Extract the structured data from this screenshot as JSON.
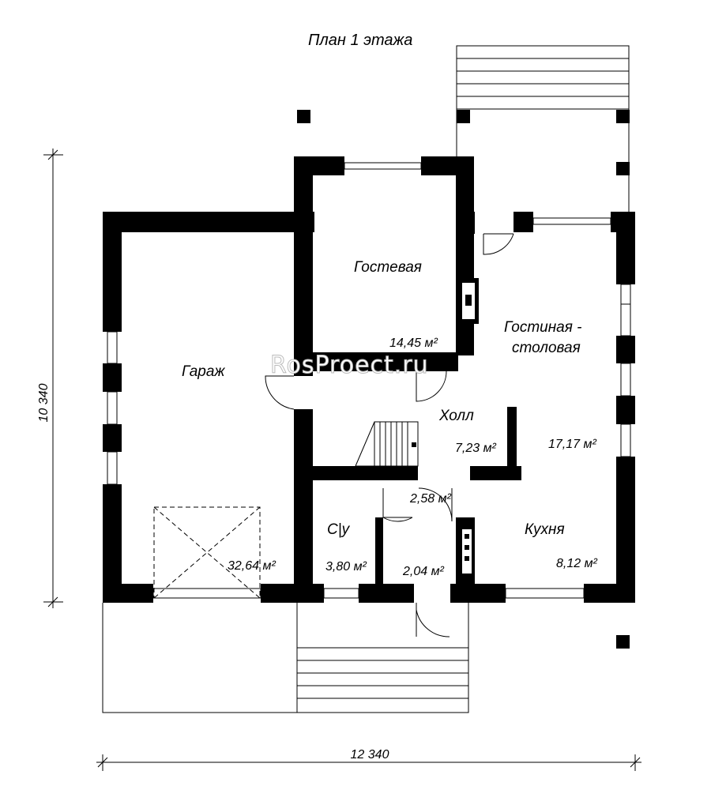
{
  "title": "План 1 этажа",
  "watermark": "RosProect.ru",
  "dimensions": {
    "width": "12 340",
    "height": "10 340"
  },
  "rooms": {
    "garage": {
      "name": "Гараж",
      "area": "32,64 м²"
    },
    "guest": {
      "name": "Гостевая",
      "area": "14,45 м²"
    },
    "living": {
      "name_line1": "Гостиная -",
      "name_line2": "столовая",
      "area": "17,17 м²"
    },
    "hall": {
      "name": "Холл",
      "area": "7,23 м²"
    },
    "corridor": {
      "area": "2,58 м²"
    },
    "bath": {
      "name": "С|у",
      "area": "3,80 м²"
    },
    "vestibule": {
      "area": "2,04 м²"
    },
    "kitchen": {
      "name": "Кухня",
      "area": "8,12 м²"
    }
  },
  "colors": {
    "wall": "#000000",
    "background": "#ffffff"
  }
}
